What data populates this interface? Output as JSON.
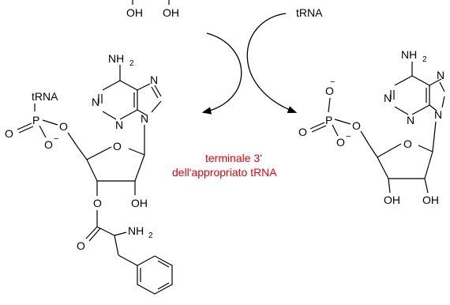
{
  "labels": {
    "hydroxyl": "OH",
    "amine": "NH",
    "sub2": "2",
    "n": "N",
    "o": "O",
    "p": "P",
    "minus": "−",
    "trna": "tRNA"
  },
  "annotation": {
    "line1": "terminale 3'",
    "line2": "dell'appropriato tRNA",
    "color": "#e8000b"
  }
}
